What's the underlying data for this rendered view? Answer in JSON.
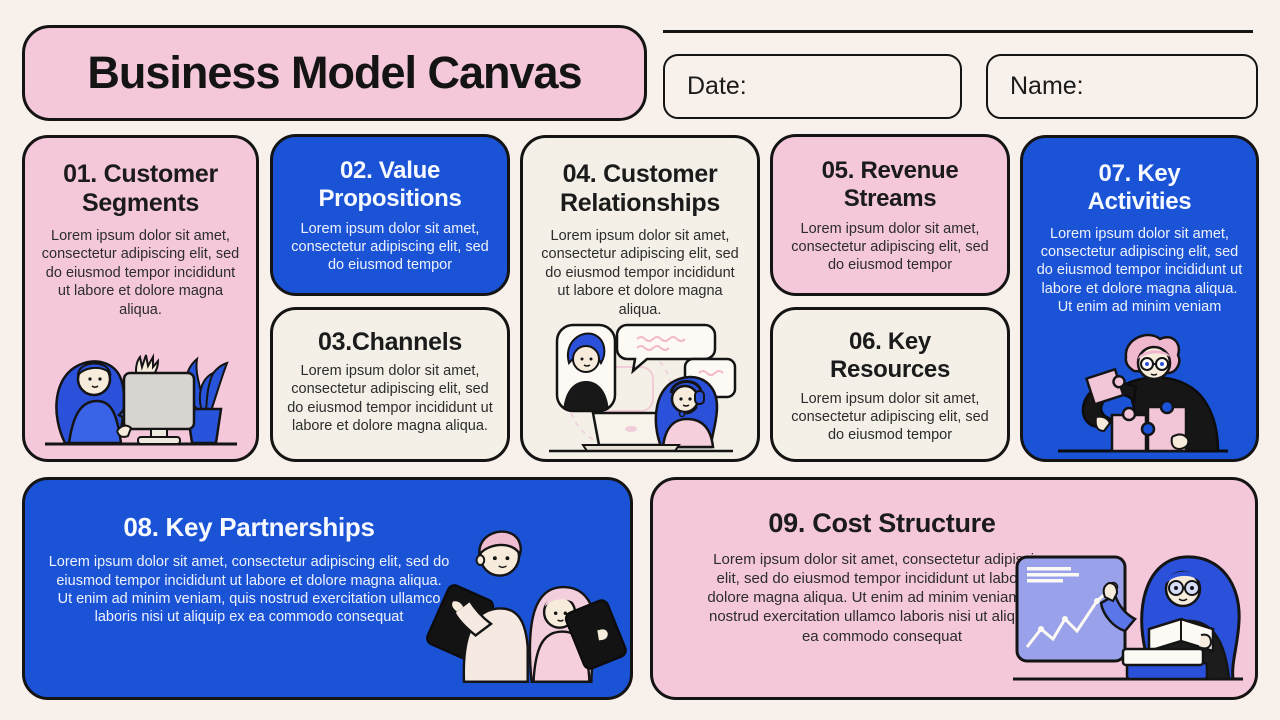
{
  "page": {
    "title": "Business Model Canvas"
  },
  "header": {
    "date_label": "Date:",
    "date_value": "",
    "name_label": "Name:",
    "name_value": ""
  },
  "colors": {
    "pink": "#f4c8da",
    "blue": "#1b53d7",
    "cream": "#f4f0e8",
    "outline": "#141414",
    "page_background": "#f8f0ea",
    "heading_dark": "#1b1b1b",
    "body_dark": "#2c2c2c",
    "text_on_blue": "#eef2fc"
  },
  "sections": [
    {
      "number": "01",
      "title": "01. Customer Segments",
      "style": "pink",
      "body": "Lorem ipsum dolor sit amet, consectetur adipiscing elit, sed do eiusmod tempor incididunt ut labore et dolore magna aliqua.",
      "illustration": "woman-waving-at-computer"
    },
    {
      "number": "02",
      "title": "02. Value Propositions",
      "style": "blue",
      "body": "Lorem ipsum dolor sit amet, consectetur adipiscing elit, sed do eiusmod tempor"
    },
    {
      "number": "03",
      "title": "03.Channels",
      "style": "cream",
      "body": "Lorem ipsum dolor sit amet, consectetur adipiscing elit, sed do eiusmod tempor incididunt ut labore et dolore magna aliqua."
    },
    {
      "number": "04",
      "title": "04. Customer Relationships",
      "style": "cream",
      "body": "Lorem ipsum dolor sit amet, consectetur adipiscing elit, sed do eiusmod tempor incididunt ut labore et dolore magna aliqua.",
      "illustration": "video-call-chat"
    },
    {
      "number": "05",
      "title": "05. Revenue Streams",
      "style": "pink",
      "body": "Lorem ipsum dolor sit amet, consectetur adipiscing elit, sed do eiusmod tempor"
    },
    {
      "number": "06",
      "title": "06. Key Resources",
      "style": "cream",
      "body": "Lorem ipsum dolor sit amet, consectetur adipiscing elit, sed do eiusmod tempor"
    },
    {
      "number": "07",
      "title": "07. Key Activities",
      "style": "blue",
      "body": "Lorem ipsum dolor sit amet, consectetur adipiscing elit, sed do eiusmod tempor incididunt ut labore et dolore magna aliqua. Ut enim ad minim veniam",
      "illustration": "man-assembling-puzzle"
    },
    {
      "number": "08",
      "title": "08. Key Partnerships",
      "style": "blue",
      "body": "Lorem ipsum dolor sit amet, consectetur adipiscing elit, sed do eiusmod tempor incididunt ut labore et dolore magna aliqua. Ut enim ad minim veniam, quis nostrud exercitation ullamco laboris nisi ut aliquip ex ea commodo consequat",
      "illustration": "two-people-with-tablets"
    },
    {
      "number": "09",
      "title": "09. Cost Structure",
      "style": "pink",
      "body": "Lorem ipsum dolor sit amet, consectetur adipiscing elit, sed do eiusmod tempor incididunt ut labore et dolore magna aliqua. Ut enim ad minim veniam, quis nostrud exercitation ullamco laboris nisi ut aliquip ex ea commodo consequat",
      "illustration": "woman-reading-with-chart-board"
    }
  ]
}
